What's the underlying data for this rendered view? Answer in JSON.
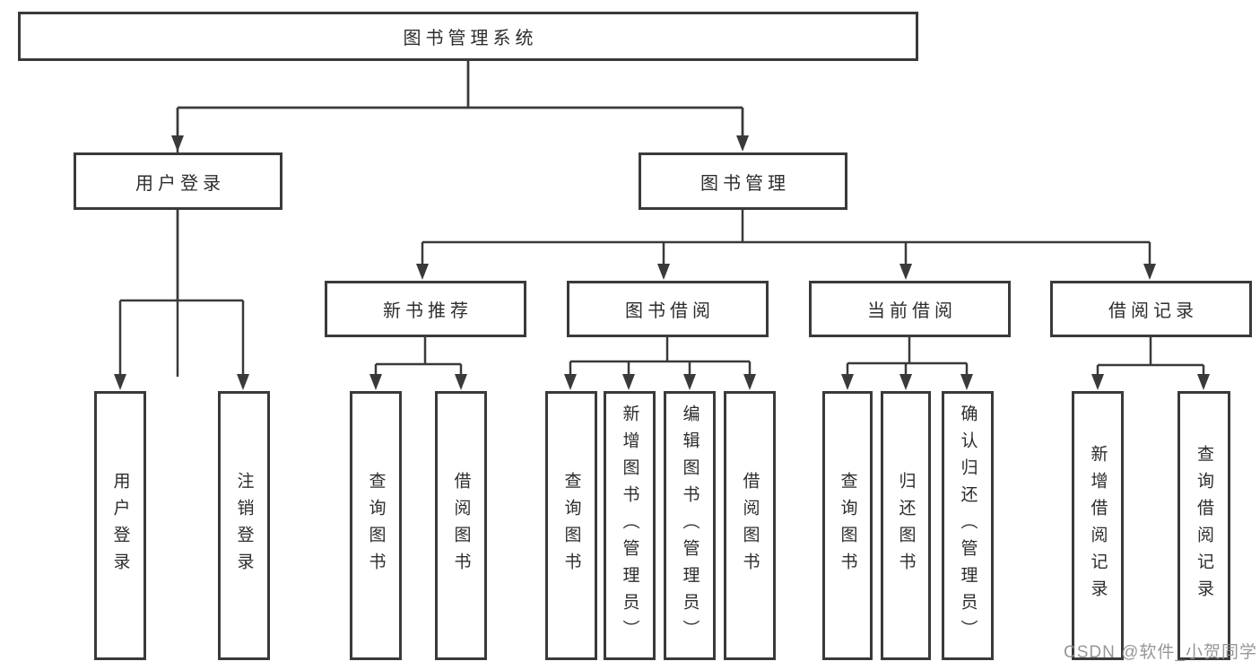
{
  "colors": {
    "line": "#3a3a3a",
    "box_border": "#3a3a3a",
    "text": "#2d2d2d",
    "background": "#ffffff",
    "watermark_text": "#8f8f8f"
  },
  "tree": {
    "root": {
      "label": "图书管理系统"
    },
    "branches": [
      {
        "label": "用户登录",
        "leaves": [
          "用户登录",
          "注销登录"
        ]
      },
      {
        "label": "图书管理",
        "groups": [
          {
            "label": "新书推荐",
            "leaves": [
              "查询图书",
              "借阅图书"
            ]
          },
          {
            "label": "图书借阅",
            "leaves": [
              "查询图书",
              "新增图书（管理员）",
              "编辑图书（管理员）",
              "借阅图书"
            ]
          },
          {
            "label": "当前借阅",
            "leaves": [
              "查询图书",
              "归还图书",
              "确认归还（管理员）"
            ]
          },
          {
            "label": "借阅记录",
            "leaves": [
              "新增借阅记录",
              "查询借阅记录"
            ]
          }
        ]
      }
    ]
  },
  "watermark": "CSDN @软件_小贺同学"
}
